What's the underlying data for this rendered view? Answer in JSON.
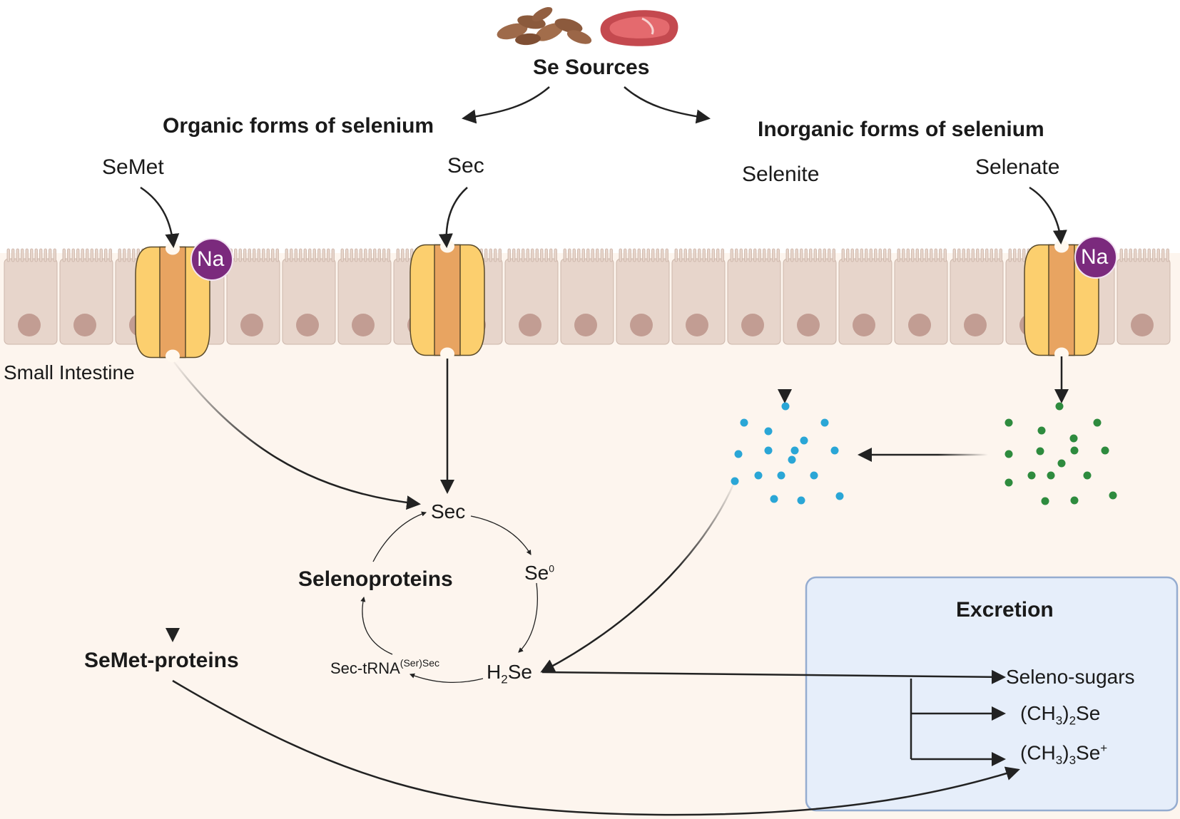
{
  "sources": {
    "title": "Se Sources",
    "food_icons": [
      "almonds-icon",
      "meat-icon"
    ]
  },
  "organic": {
    "heading": "Organic forms of selenium",
    "semet": "SeMet",
    "sec": "Sec"
  },
  "inorganic": {
    "heading": "Inorganic forms of selenium",
    "selenite": "Selenite",
    "selenate": "Selenate"
  },
  "tissue": {
    "label": "Small Intestine",
    "na": "Na"
  },
  "cycle": {
    "sec": "Sec",
    "se0": "Se",
    "se0_sup": "0",
    "selenoproteins": "Selenoproteins",
    "sec_trna": "Sec-tRNA",
    "sec_trna_sup": "(Ser)Sec",
    "h2se_a": "H",
    "h2se_sub": "2",
    "h2se_b": "Se"
  },
  "semet_proteins": "SeMet-proteins",
  "excretion": {
    "title": "Excretion",
    "seleno_sugars": "Seleno-sugars",
    "dimethyl_a": "(CH",
    "dimethyl_sub1": "3",
    "dimethyl_mid": ")",
    "dimethyl_sub2": "2",
    "dimethyl_b": "Se",
    "trimethyl_a": "(CH",
    "trimethyl_sub1": "3",
    "trimethyl_mid": ")",
    "trimethyl_sub2": "3",
    "trimethyl_b": "Se",
    "trimethyl_sup": "+"
  },
  "colors": {
    "tissue_bg": "#fdf5ee",
    "cell_fill": "#e7d5cb",
    "nucleus": "#c29d93",
    "transporter_outer": "#fccf6e",
    "transporter_inner": "#e8a461",
    "na_fill": "#7b2a7d",
    "selenite_dots": "#2aa6d6",
    "selenate_dots": "#2e8b3e",
    "excretion_fill": "#e6eefa",
    "excretion_border": "#95acd0",
    "arrow": "#222222"
  }
}
